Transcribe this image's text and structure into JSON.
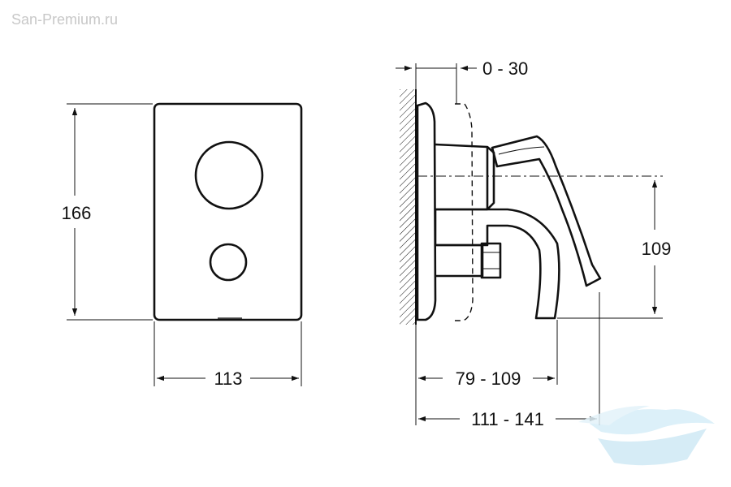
{
  "watermark": {
    "site": "San-Premium.ru",
    "logo_icon": "bathtub-wave-logo-icon",
    "logo_color": "#bfe3f2"
  },
  "dimensions": {
    "height": "166",
    "width": "113",
    "adjust_offset": "0 - 30",
    "axis_height": "109",
    "depth_spout": "79 - 109",
    "depth_total": "111 - 141"
  },
  "colors": {
    "line": "#111111",
    "background": "#ffffff",
    "watermark": "#c8c8c8"
  }
}
